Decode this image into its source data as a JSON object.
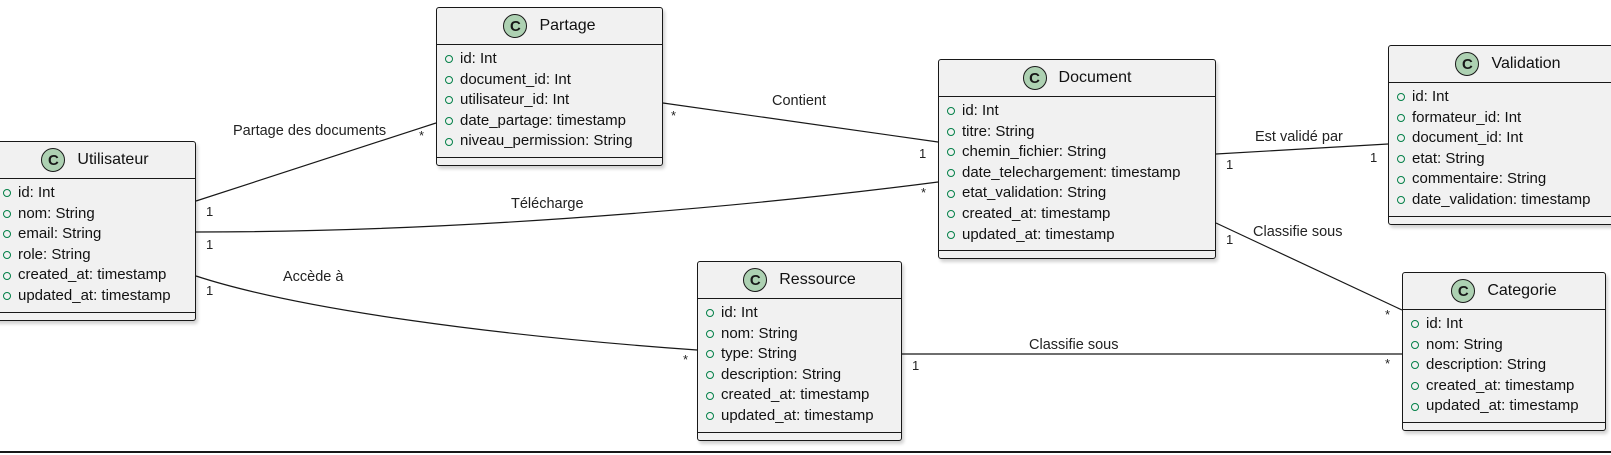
{
  "diagram": {
    "classes": [
      {
        "id": "utilisateur",
        "name": "Utilisateur",
        "stereotype_icon": "C",
        "attributes": [
          "id: Int",
          "nom: String",
          "email: String",
          "role: String",
          "created_at: timestamp",
          "updated_at: timestamp"
        ]
      },
      {
        "id": "partage",
        "name": "Partage",
        "stereotype_icon": "C",
        "attributes": [
          "id: Int",
          "document_id: Int",
          "utilisateur_id: Int",
          "date_partage: timestamp",
          "niveau_permission: String"
        ]
      },
      {
        "id": "document",
        "name": "Document",
        "stereotype_icon": "C",
        "attributes": [
          "id: Int",
          "titre: String",
          "chemin_fichier: String",
          "date_telechargement: timestamp",
          "etat_validation: String",
          "created_at: timestamp",
          "updated_at: timestamp"
        ]
      },
      {
        "id": "validation",
        "name": "Validation",
        "stereotype_icon": "C",
        "attributes": [
          "id: Int",
          "formateur_id: Int",
          "document_id: Int",
          "etat: String",
          "commentaire: String",
          "date_validation: timestamp"
        ]
      },
      {
        "id": "ressource",
        "name": "Ressource",
        "stereotype_icon": "C",
        "attributes": [
          "id: Int",
          "nom: String",
          "type: String",
          "description: String",
          "created_at: timestamp",
          "updated_at: timestamp"
        ]
      },
      {
        "id": "categorie",
        "name": "Categorie",
        "stereotype_icon": "C",
        "attributes": [
          "id: Int",
          "nom: String",
          "description: String",
          "created_at: timestamp",
          "updated_at: timestamp"
        ]
      }
    ],
    "relations": [
      {
        "id": "partage_docs",
        "from": "Utilisateur",
        "to": "Partage",
        "label": "Partage des documents",
        "from_mult": "1",
        "to_mult": "*"
      },
      {
        "id": "contient",
        "from": "Partage",
        "to": "Document",
        "label": "Contient",
        "from_mult": "*",
        "to_mult": "1"
      },
      {
        "id": "telecharge",
        "from": "Utilisateur",
        "to": "Document",
        "label": "Télécharge",
        "from_mult": "1",
        "to_mult": "*"
      },
      {
        "id": "accede",
        "from": "Utilisateur",
        "to": "Ressource",
        "label": "Accède à",
        "from_mult": "1",
        "to_mult": "*"
      },
      {
        "id": "valide",
        "from": "Document",
        "to": "Validation",
        "label": "Est validé par",
        "from_mult": "1",
        "to_mult": "1"
      },
      {
        "id": "classifie_doc",
        "from": "Document",
        "to": "Categorie",
        "label": "Classifie sous",
        "from_mult": "1",
        "to_mult": "*"
      },
      {
        "id": "classifie_res",
        "from": "Ressource",
        "to": "Categorie",
        "label": "Classifie sous",
        "from_mult": "1",
        "to_mult": "*"
      }
    ]
  }
}
